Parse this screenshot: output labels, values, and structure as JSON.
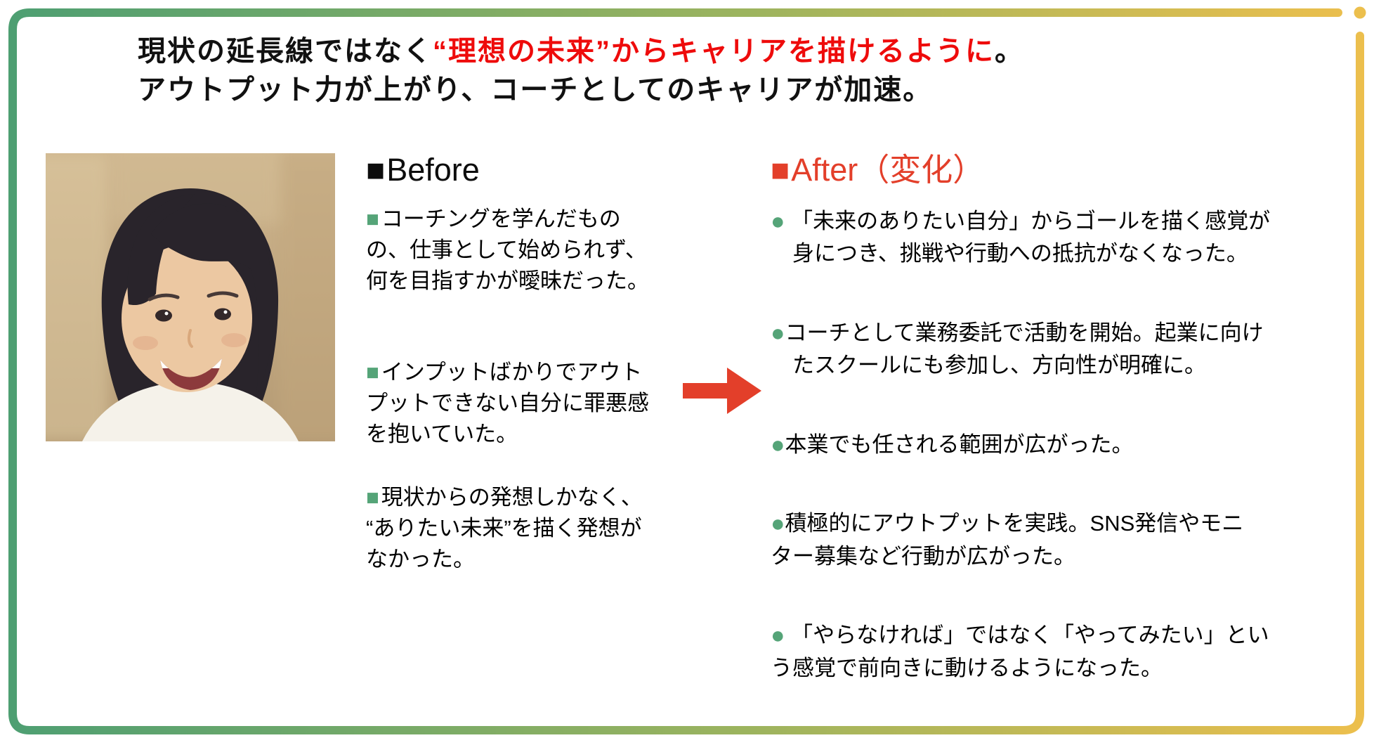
{
  "title": {
    "line1_black": "現状の延長線ではなく",
    "line1_red": "“理想の未来”からキャリアを描けるように",
    "line1_end": "。",
    "line2": "アウトプット力が上がり、コーチとしてのキャリアが加速。"
  },
  "before": {
    "heading_marker": "■",
    "heading": "Before",
    "bullets": [
      {
        "marker": "■",
        "lines": [
          "コーチングを学んだもの",
          "の、仕事として始められず、",
          "何を目指すかが曖昧だった。"
        ]
      },
      {
        "marker": "■",
        "lines": [
          "インプットばかりでアウト",
          "プットできない自分に罪悪感",
          "を抱いていた。"
        ]
      },
      {
        "marker": "■",
        "lines": [
          "現状からの発想しかなく、",
          "“ありたい未来”を描く発想が",
          "なかった。"
        ]
      }
    ]
  },
  "after": {
    "heading_marker": "■",
    "heading": "After（変化）",
    "bullets": [
      {
        "marker": "●",
        "lines": [
          " 「未来のありたい自分」からゴールを描く感覚が",
          "　身につき、挑戦や行動への抵抗がなくなった。"
        ]
      },
      {
        "marker": "●",
        "lines": [
          "コーチとして業務委託で活動を開始。起業に向け",
          "　たスクールにも参加し、方向性が明確に。"
        ]
      },
      {
        "marker": "●",
        "lines": [
          "本業でも任される範囲が広がった。"
        ]
      },
      {
        "marker": "●",
        "lines": [
          "積極的にアウトプットを実践。SNS発信やモニ",
          "ター募集など行動が広がった。"
        ]
      },
      {
        "marker": "●",
        "lines": [
          " 「やらなければ」ではなく「やってみたい」とい",
          "う感覚で前向きに動けるようになった。"
        ]
      }
    ]
  },
  "colors": {
    "frame_green": "#4e9f72",
    "frame_yellow": "#ecbf4d",
    "title_red": "#ee0b0b",
    "accent_red": "#e33f2a",
    "bullet_green": "#55a478",
    "text_black": "#0d0d0d"
  }
}
